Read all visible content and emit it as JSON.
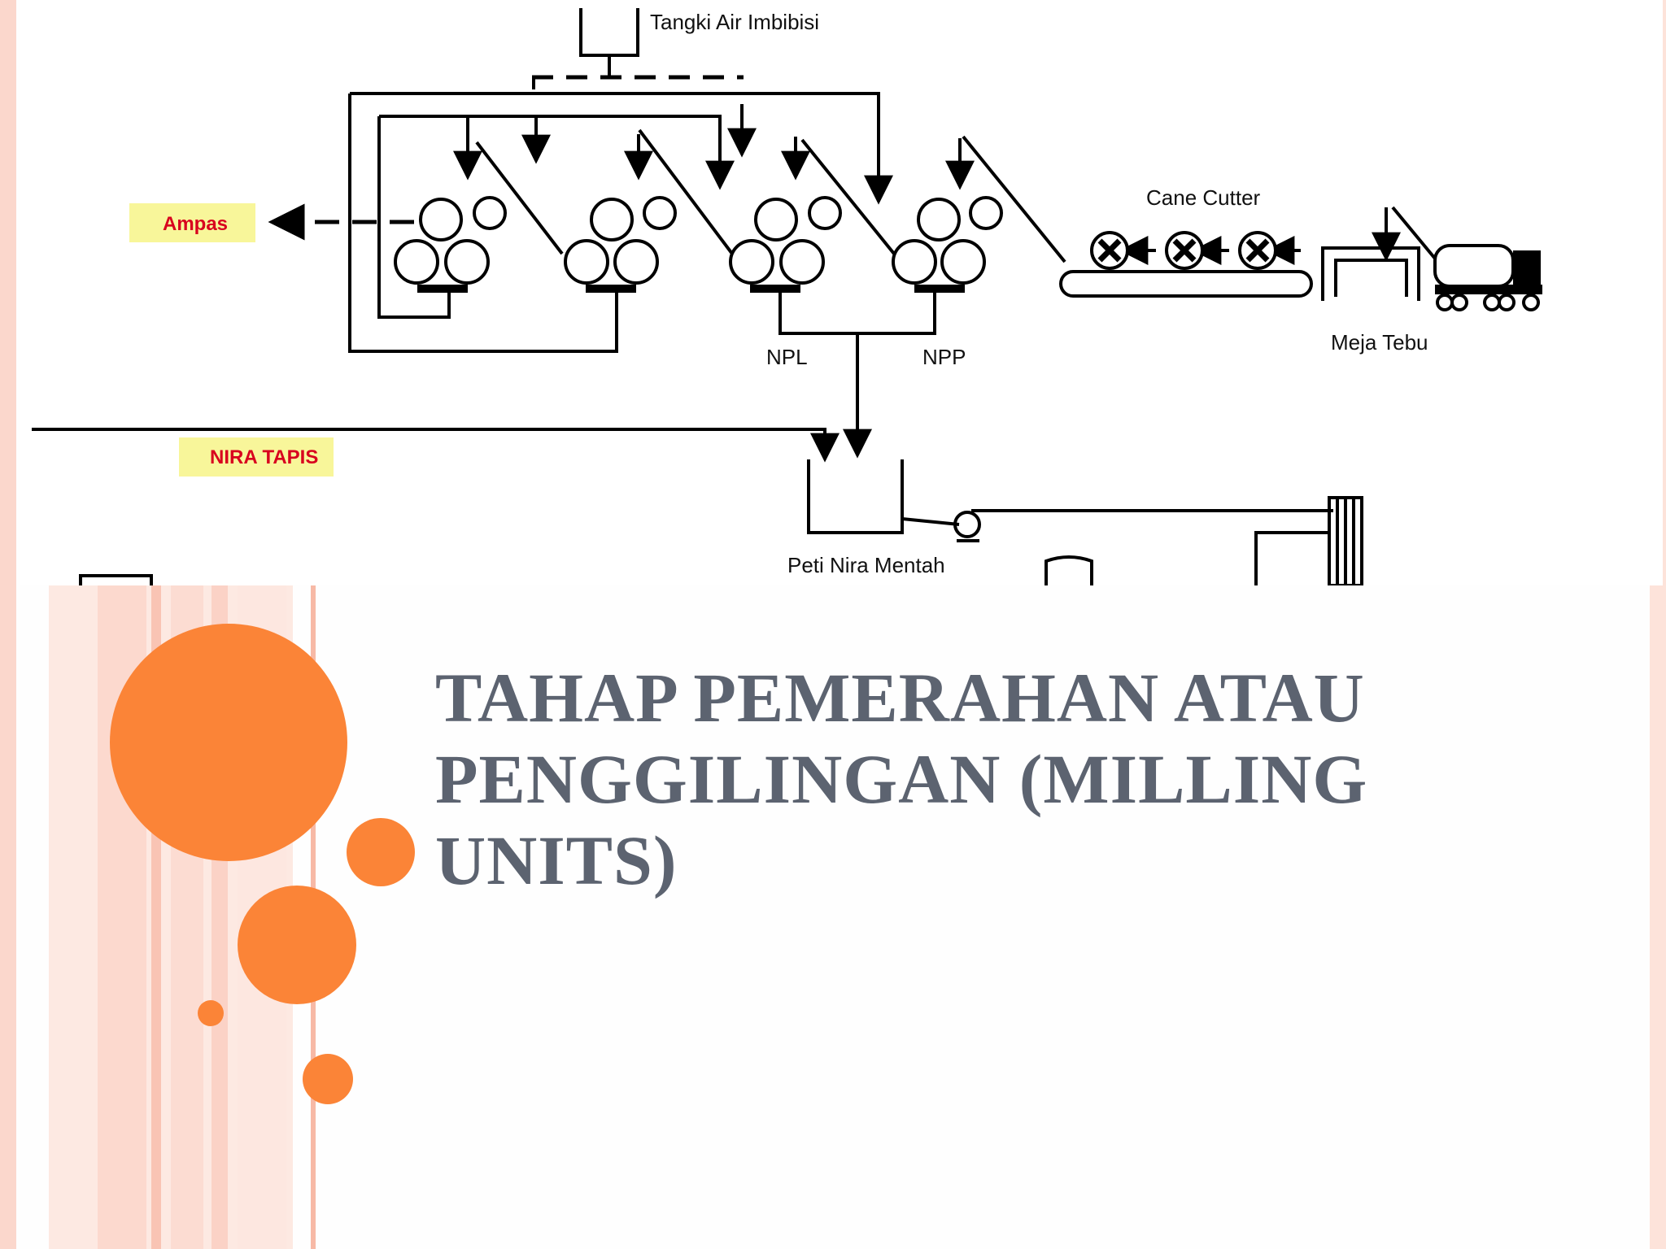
{
  "slide": {
    "title": "TAHAP PEMERAHAN ATAU PENGGILINGAN (MILLING UNITS)"
  },
  "diagram": {
    "labels": {
      "tangki": "Tangki Air Imbibisi",
      "ampas": "Ampas",
      "cane_cutter": "Cane Cutter",
      "meja_tebu": "Meja Tebu",
      "npl": "NPL",
      "npp": "NPP",
      "nira_tapis": "NIRA TAPIS",
      "peti_nira": "Peti Nira Mentah"
    },
    "highlight_color": "#f8f69a",
    "label_red": "#d8001e"
  },
  "colors": {
    "accent_orange": "#fb8437",
    "stripe_pink": "#fbd3c7",
    "title_gray": "#5c6370"
  }
}
